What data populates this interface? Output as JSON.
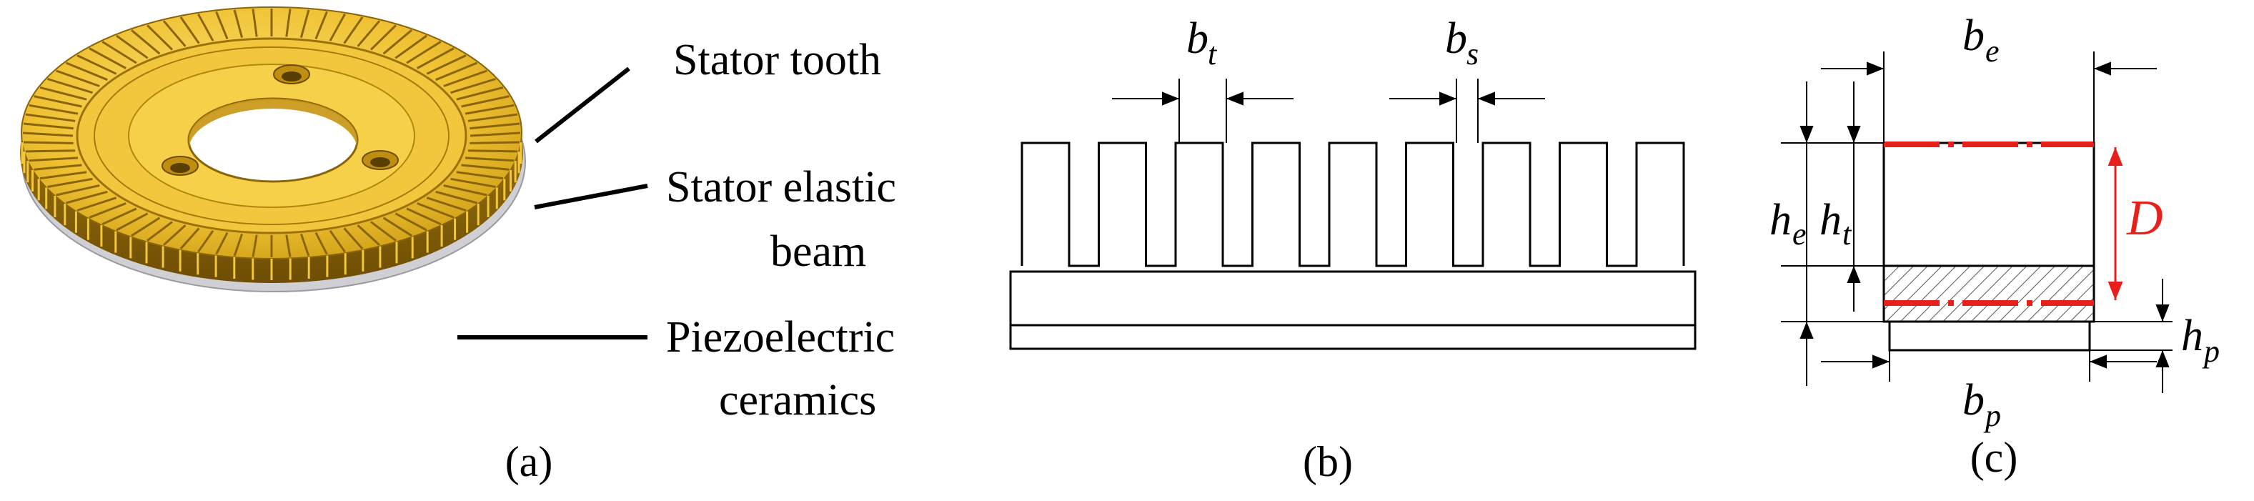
{
  "panel_a": {
    "labels": {
      "stator_tooth": "Stator tooth",
      "elastic_beam_line1": "Stator elastic",
      "elastic_beam_line2": "beam",
      "piezo_line1": "Piezoelectric",
      "piezo_line2": "ceramics"
    },
    "caption": "(a)",
    "colors": {
      "gold": "#d4a017",
      "gold_dark": "#8a6508",
      "gold_light": "#f6d04c",
      "ceramic": "#c8c8cc"
    }
  },
  "panel_b": {
    "dim_tooth_width": {
      "main": "b",
      "sub": "t"
    },
    "dim_slot_width": {
      "main": "b",
      "sub": "s"
    },
    "caption": "(b)"
  },
  "panel_c": {
    "dim_top": {
      "main": "b",
      "sub": "e"
    },
    "dim_bottom": {
      "main": "b",
      "sub": "p"
    },
    "dim_total_height": {
      "main": "h",
      "sub": "e"
    },
    "dim_tooth_height": {
      "main": "h",
      "sub": "t"
    },
    "dim_piezo_height": {
      "main": "h",
      "sub": "p"
    },
    "displacement": "D",
    "caption": "(c)",
    "colors": {
      "accent": "#e8201c"
    }
  }
}
